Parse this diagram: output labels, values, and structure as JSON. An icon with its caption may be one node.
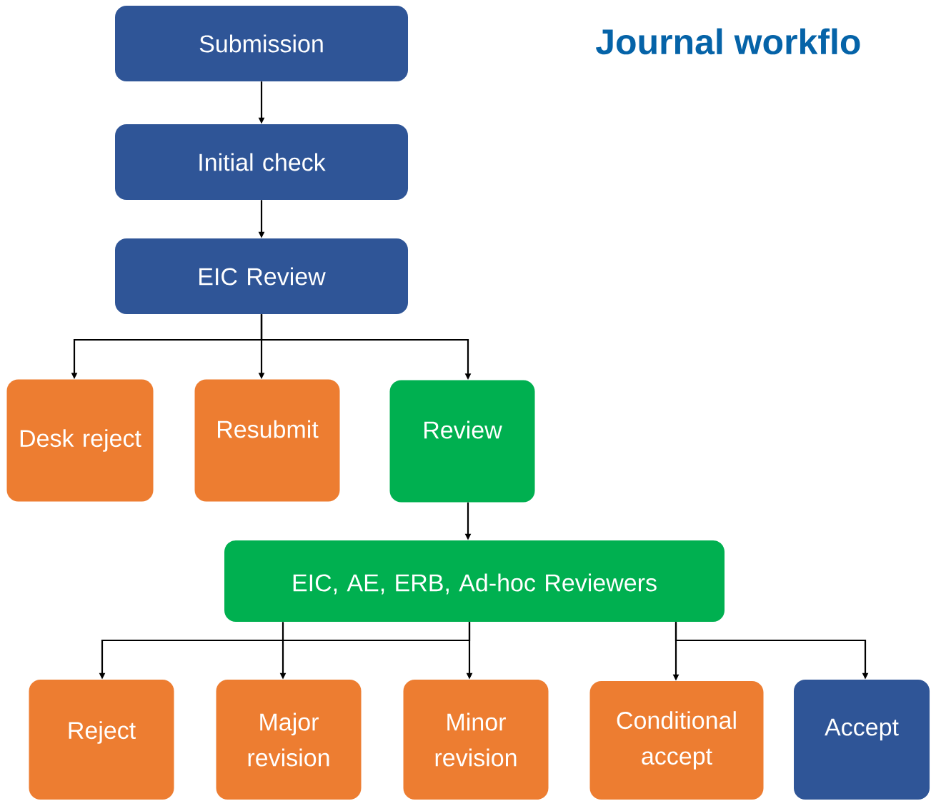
{
  "diagram": {
    "title": "Journal workflo",
    "nodes": [
      {
        "text": [
          "Submission"
        ]
      },
      {
        "text": [
          "Initial check"
        ]
      },
      {
        "text": [
          "EIC Review"
        ]
      },
      {
        "text": [
          "Desk reject"
        ]
      },
      {
        "text": [
          "Resubmit"
        ]
      },
      {
        "text": [
          "Review"
        ]
      },
      {
        "text": [
          "EIC, AE, ERB, Ad-hoc Reviewers"
        ]
      },
      {
        "text": [
          "Reject"
        ]
      },
      {
        "text": [
          "Major revision"
        ]
      },
      {
        "text": [
          "Minor revision"
        ]
      },
      {
        "text": [
          "Conditional accept"
        ]
      },
      {
        "text": [
          "Accept"
        ]
      }
    ],
    "edges": [
      {
        "from": 0,
        "to": 1,
        "arrow": "to"
      },
      {
        "from": 1,
        "to": 2,
        "arrow": "to"
      },
      {
        "from": 2,
        "to": 3,
        "arrow": "to"
      },
      {
        "from": 2,
        "to": 4,
        "arrow": "to"
      },
      {
        "from": 2,
        "to": 5,
        "arrow": "to"
      },
      {
        "from": 5,
        "to": 6,
        "arrow": "to"
      },
      {
        "from": 6,
        "to": 7,
        "arrow": "to"
      },
      {
        "from": 6,
        "to": 8,
        "arrow": "to"
      },
      {
        "from": 6,
        "to": 9,
        "arrow": "to"
      },
      {
        "from": 6,
        "to": 10,
        "arrow": "to"
      },
      {
        "from": 6,
        "to": 11,
        "arrow": "to"
      }
    ]
  }
}
